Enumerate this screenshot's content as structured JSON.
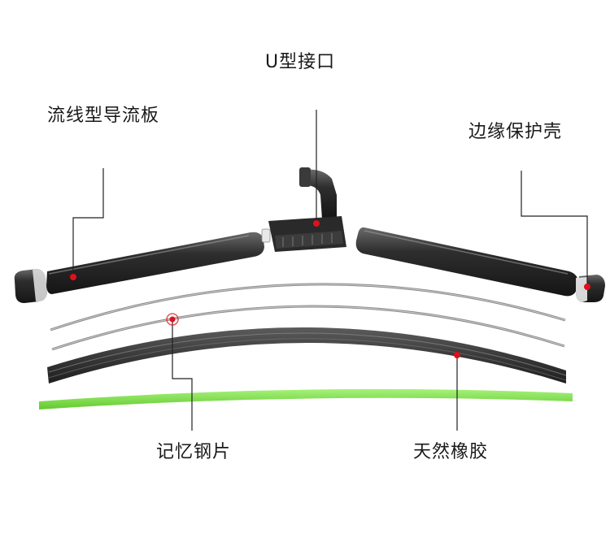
{
  "labels": {
    "u_connector": "U型接口",
    "spoiler": "流线型导流板",
    "edge_cap": "边缘保护壳",
    "memory_steel": "记忆钢片",
    "rubber": "天然橡胶"
  },
  "colors": {
    "marker": "#e0101a",
    "leader_line": "#222222",
    "rubber_strip": "#7fe04a",
    "spoiler_body": "#2a2a2a",
    "steel": "#7a7a7a"
  }
}
